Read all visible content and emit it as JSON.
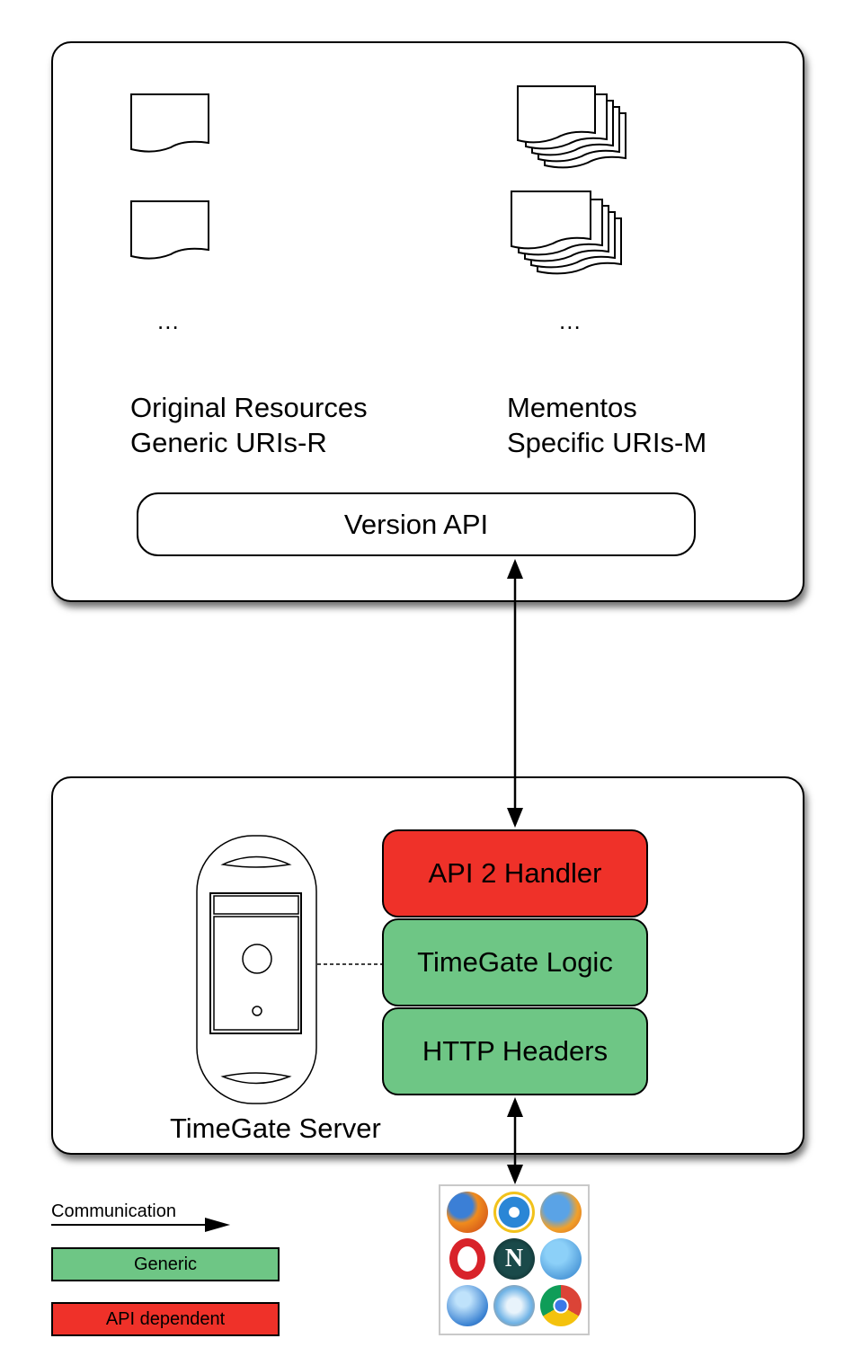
{
  "top": {
    "left_ellipsis": "...",
    "right_ellipsis": "...",
    "original_title": "Original Resources",
    "original_sub": "Generic URIs-R",
    "mementos_title": "Mementos",
    "mementos_sub": "Specific URIs-M",
    "version_api": "Version API"
  },
  "stack": {
    "api_handler": "API 2 Handler",
    "logic": "TimeGate Logic",
    "headers": "HTTP Headers"
  },
  "server_label": "TimeGate Server",
  "legend": {
    "communication": "Communication",
    "generic": "Generic",
    "api_dependent": "API dependent"
  },
  "colors": {
    "generic": "#6ec685",
    "api_dependent": "#ef3129"
  },
  "browser_icons": [
    "firefox-icon",
    "internet-explorer-icon",
    "camino-icon",
    "opera-icon",
    "netscape-icon",
    "generic-browser-icon",
    "globe-browser-icon",
    "safari-icon",
    "chrome-icon"
  ]
}
